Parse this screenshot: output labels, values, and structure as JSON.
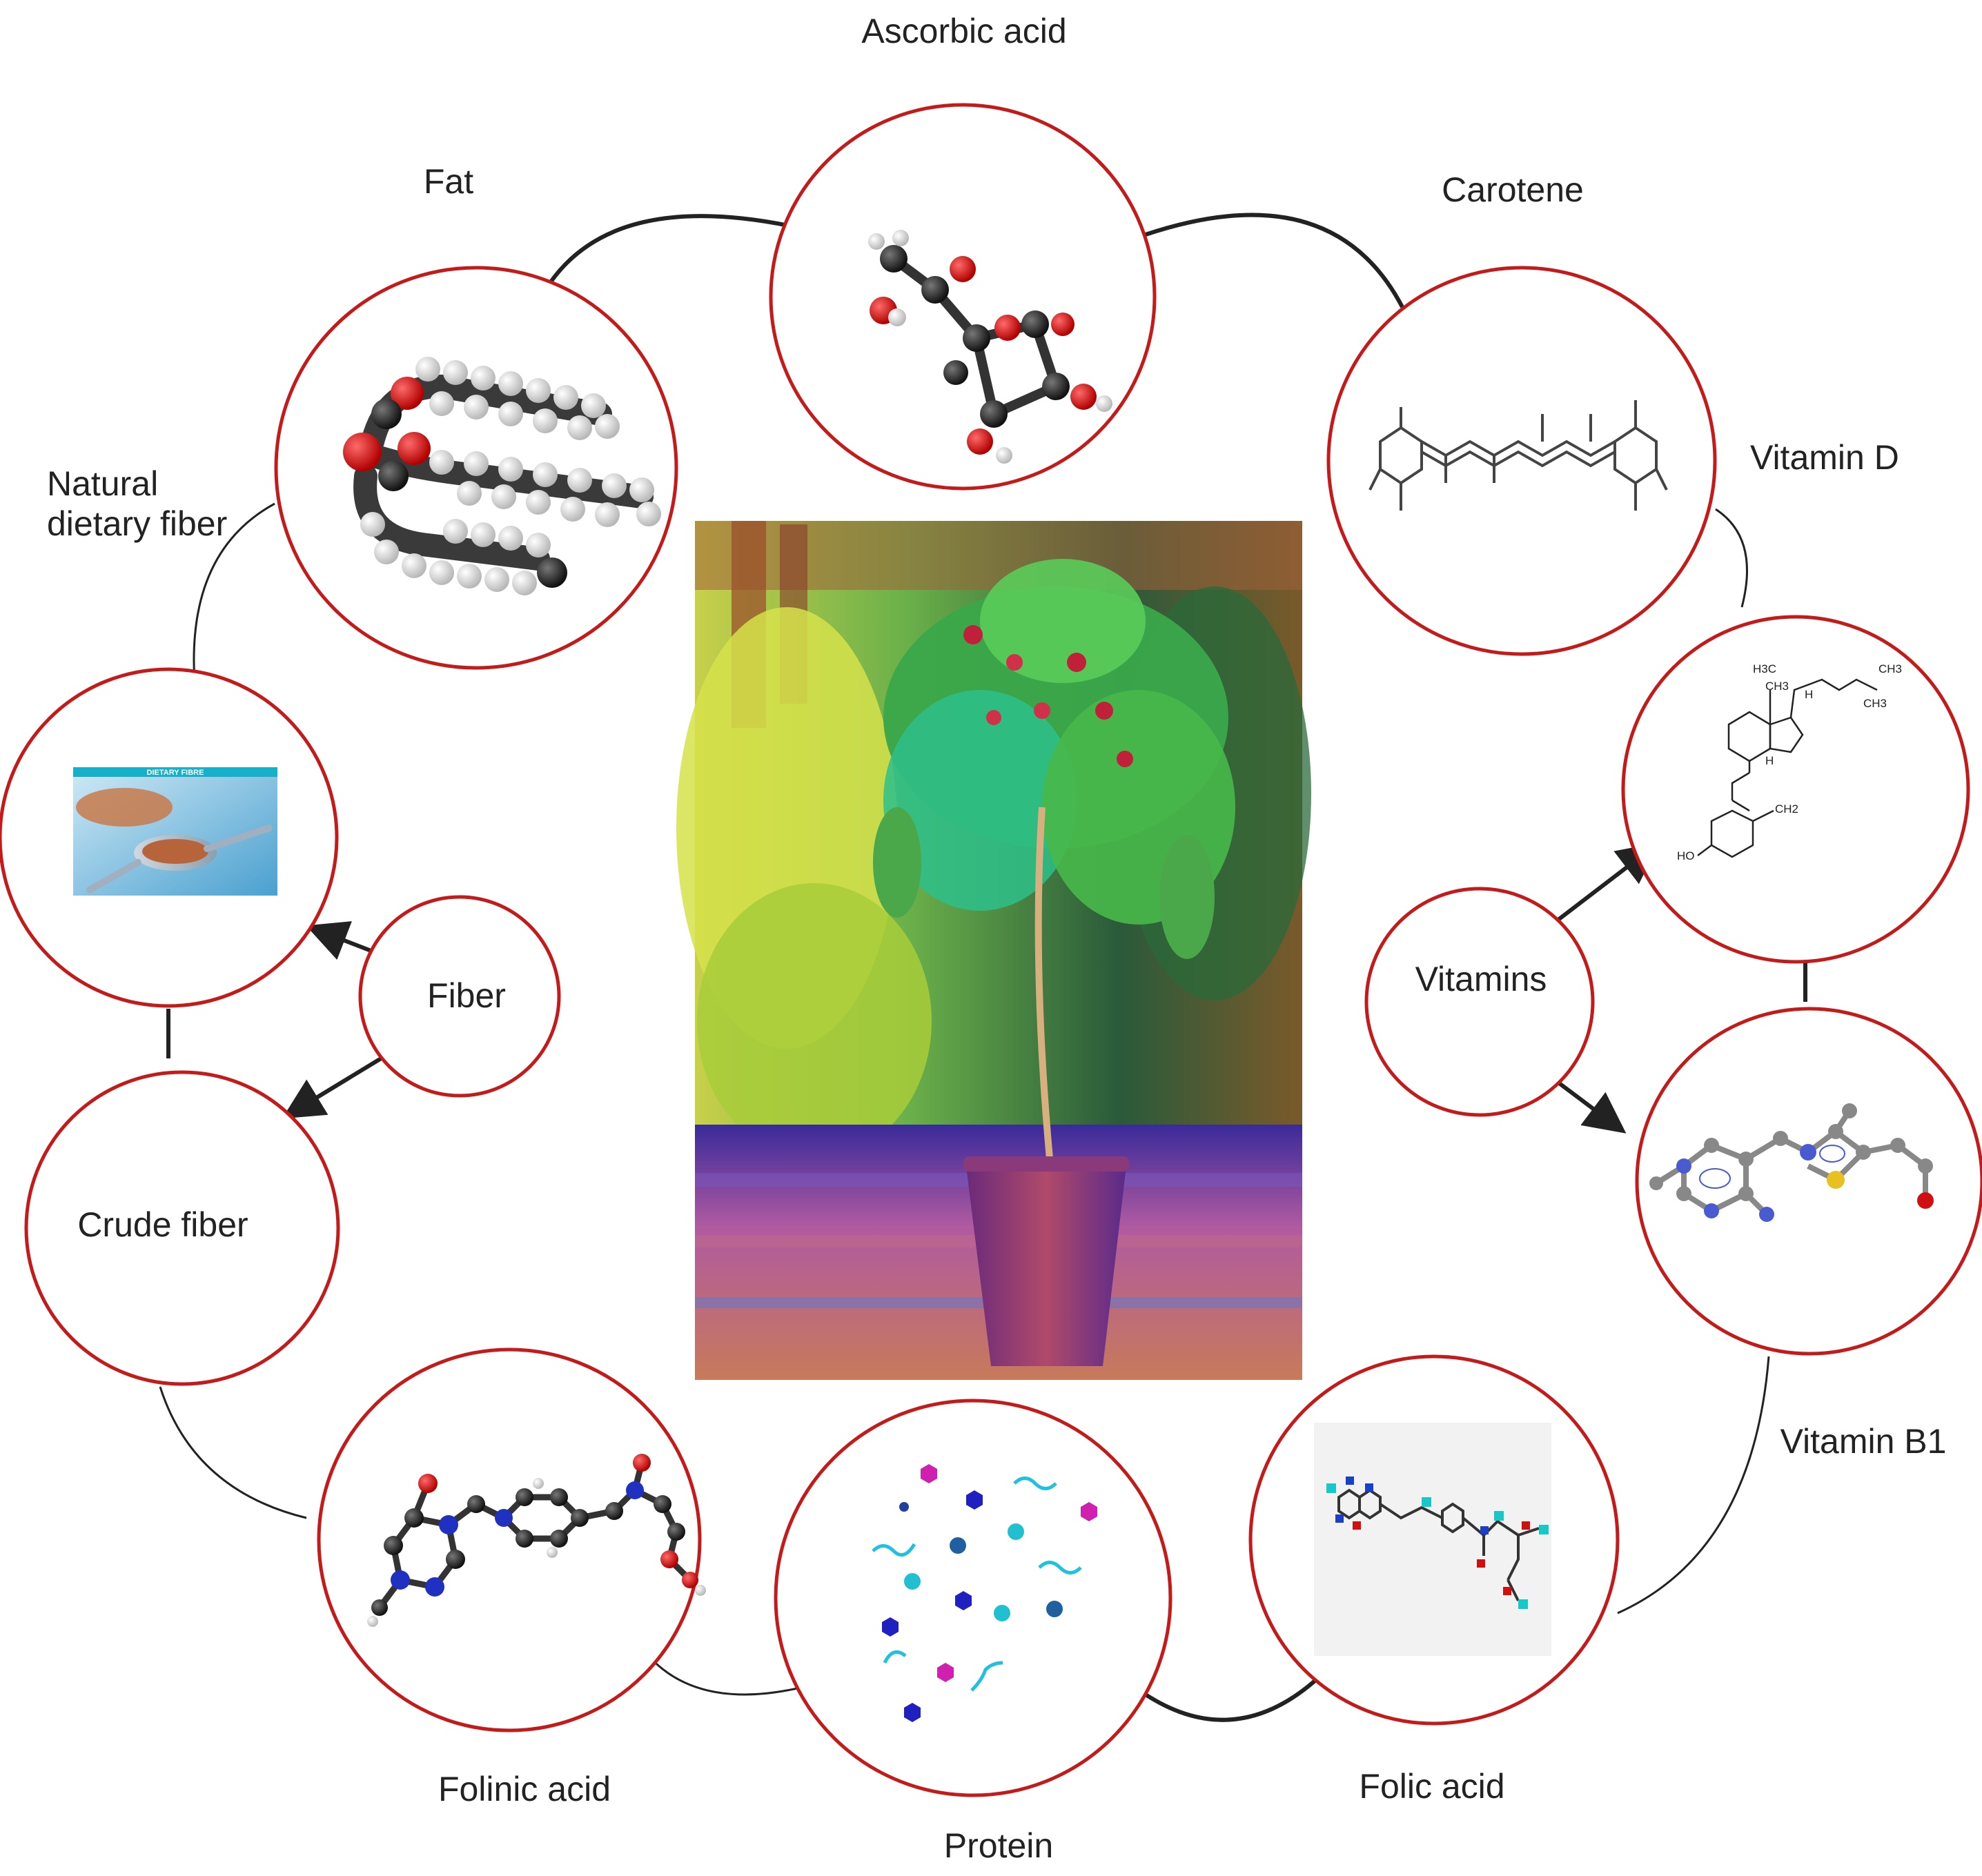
{
  "colors": {
    "ring": "#c51a1a",
    "connector": "#222222",
    "text": "#222222"
  },
  "labels": {
    "ascorbic_acid": "Ascorbic acid",
    "fat": "Fat",
    "carotene": "Carotene",
    "natural_dietary_fiber_line1": "Natural",
    "natural_dietary_fiber_line2": "dietary fiber",
    "vitamin_d": "Vitamin D",
    "fiber": "Fiber",
    "vitamins": "Vitamins",
    "crude_fiber": "Crude fiber",
    "vitamin_b1": "Vitamin B1",
    "folinic_acid": "Folinic acid",
    "folic_acid": "Folic acid",
    "protein": "Protein"
  },
  "images": {
    "dietary_fibre_banner": "DIETARY FIBRE",
    "vitamin_d_structure": {
      "h3c_left": "H3C",
      "ch3_right_top": "CH3",
      "ch3_right_bottom": "CH3",
      "ch3_center": "CH3",
      "h_right": "H",
      "h_bottom": "H",
      "ch2": "CH2",
      "ho": "HO"
    }
  },
  "icons": [
    "ascorbic-acid-molecule-icon",
    "fat-molecule-icon",
    "carotene-structure-icon",
    "dietary-fibre-photo-icon",
    "vitamin-d-structure-icon",
    "vitamin-b1-molecule-icon",
    "folinic-acid-molecule-icon",
    "protein-particles-icon",
    "folic-acid-molecule-icon",
    "plant-photo-icon"
  ]
}
